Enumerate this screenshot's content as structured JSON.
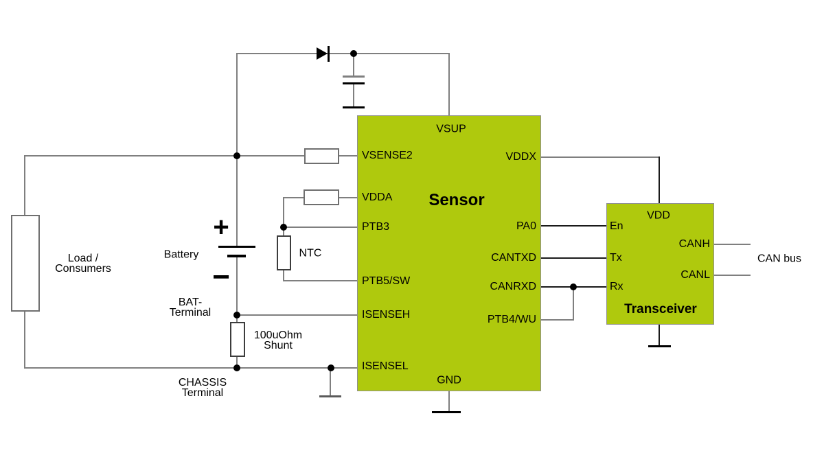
{
  "colors": {
    "block_green": "#AFC90D",
    "wire_gray": "#7F7F7F",
    "line_black": "#000000",
    "background": "#FFFFFF"
  },
  "sensor": {
    "title": "Sensor",
    "top_pin": "VSUP",
    "bottom_pin": "GND",
    "left_pins": [
      "VSENSE2",
      "VDDA",
      "PTB3",
      "PTB5/SW",
      "ISENSEH",
      "ISENSEL"
    ],
    "right_pins": [
      "VDDX",
      "PA0",
      "CANTXD",
      "CANRXD",
      "PTB4/WU"
    ]
  },
  "transceiver": {
    "title": "Transceiver",
    "top_pin": "VDD",
    "left_pins": [
      "En",
      "Tx",
      "Rx"
    ],
    "right_pins": [
      "CANH",
      "CANL"
    ]
  },
  "components": {
    "load_label": "Load /\nConsumers",
    "battery_label": "Battery",
    "battery_plus": "+",
    "battery_minus": "−",
    "bat_terminal_label": "BAT-\nTerminal",
    "shunt_label": "100uOhm\nShunt",
    "chassis_terminal_label": "CHASSIS\nTerminal",
    "ntc_label": "NTC",
    "can_bus_label": "CAN bus"
  }
}
